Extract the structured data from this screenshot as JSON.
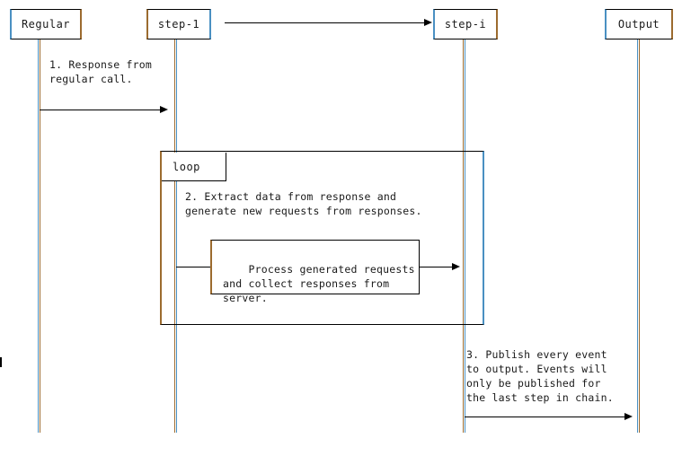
{
  "diagram": {
    "type": "sequence-diagram",
    "participants": [
      {
        "id": "regular",
        "label": "Regular"
      },
      {
        "id": "step1",
        "label": "step-1"
      },
      {
        "id": "stepi",
        "label": "step-i"
      },
      {
        "id": "output",
        "label": "Output"
      }
    ],
    "fragments": [
      {
        "id": "loop",
        "label": "loop"
      }
    ],
    "messages": [
      {
        "id": "chain-ellipsis",
        "from": "step-1",
        "to": "step-i",
        "label": ""
      },
      {
        "id": "response-from-regular",
        "from": "Regular",
        "to": "step-1",
        "label": "1. Response from\nregular call."
      },
      {
        "id": "extract-data",
        "from": "step-1",
        "to": "step-1",
        "label": "2. Extract data from response and\ngenerate new requests from responses."
      },
      {
        "id": "process-requests",
        "from": "step-1",
        "to": "step-i",
        "label": "Process generated requests\nand collect responses from\nserver."
      },
      {
        "id": "publish-events",
        "from": "step-i",
        "to": "Output",
        "label": "3. Publish every event\nto output. Events will\nonly be published for\nthe last step in chain."
      }
    ],
    "colors": {
      "line": "#000000",
      "bevel_blue": "#4a90c2",
      "bevel_brown": "#9c6b2f",
      "text": "#1a1a1a",
      "background": "#ffffff"
    }
  }
}
